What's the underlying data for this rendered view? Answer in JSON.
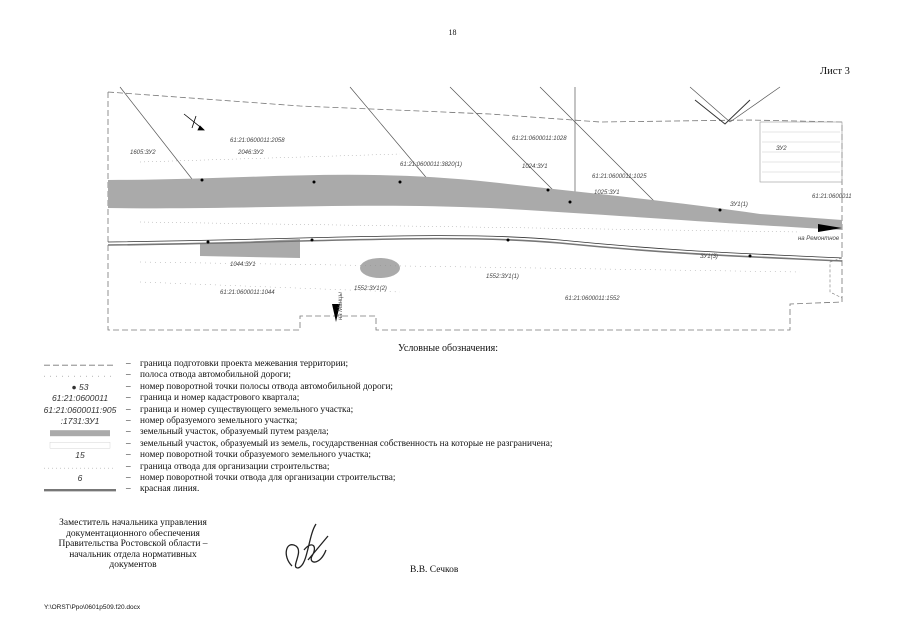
{
  "page_number": "18",
  "sheet_label": "Лист 3",
  "map": {
    "parcel_labels": [
      "61:21:0600011:2058",
      "61:21:0600011:3820(1)",
      "61:21:0600011:1028",
      "61:21:0600011:1025",
      "61:21:0600011:1044",
      "61:21:0600011:1552",
      "61:21:0600011",
      "1605:ЗУ2",
      "2046:ЗУ2",
      "1024:ЗУ1",
      "1025:ЗУ1",
      "1044:ЗУ1",
      "1552:ЗУ1(2)",
      "1552:ЗУ1(1)",
      "ЗУ1(3)",
      "ЗУ1(1)",
      "ЗУ2"
    ],
    "direction_labels": [
      "на Манцы",
      "на Ремонтное"
    ]
  },
  "legend": {
    "title": "Условные обозначения:",
    "symbol_labels": {
      "point_number": "53",
      "quarter_number": "61:21:0600011",
      "parcel_number": "61:21:0600011:905",
      "new_parcel_number": ":1731:ЗУ1",
      "new_point_number": "15",
      "construction_point_number": "6"
    },
    "items": [
      "граница подготовки проекта межевания территории;",
      "полоса отвода автомобильной дороги;",
      "номер поворотной точки полосы отвода автомобильной дороги;",
      "граница и номер кадастрового квартала;",
      "граница и номер существующего земельного участка;",
      "номер образуемого земельного участка;",
      "земельный участок, образуемый путем раздела;",
      "земельный участок, образуемый из земель, государственная собственность на которые не разграничена;",
      "номер поворотной точки образуемого земельного участка;",
      "граница отвода для организации строительства;",
      "номер поворотной точки отвода для организации строительства;",
      "красная линия."
    ]
  },
  "signature": {
    "position": "Заместитель начальника управления документационного обеспечения Правительства Ростовской области – начальник отдела нормативных документов",
    "name": "В.В. Сечков"
  },
  "file_path": "Y:\\ORST\\Ppo\\0601p509.f20.docx"
}
